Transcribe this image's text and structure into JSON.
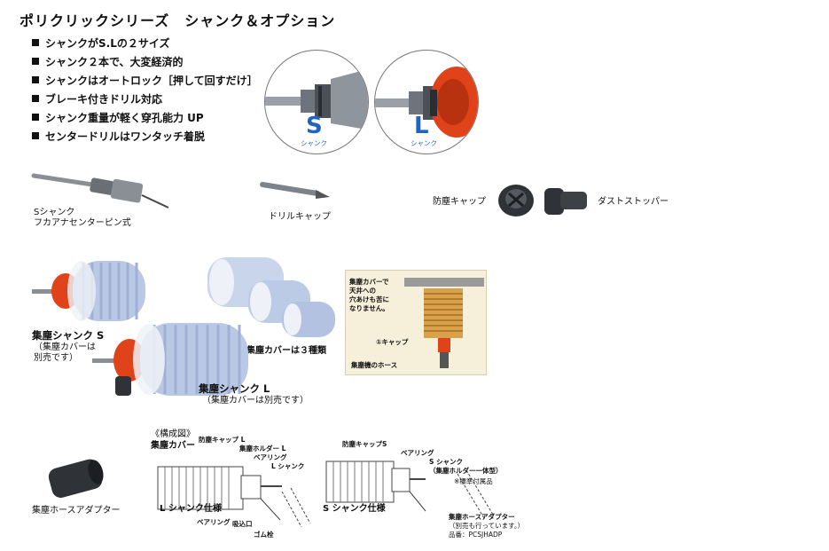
{
  "title": "ポリクリックシリーズ　シャンク＆オプション",
  "features": [
    "シャンクがS.Lの２サイズ",
    "シャンク２本で、大変経済的",
    "シャンクはオートロック［押して回すだけ］",
    "ブレーキ付きドリル対応",
    "シャンク重量が軽く穿孔能力 UP",
    "センタードリルはワンタッチ着脱"
  ],
  "shank_badges": {
    "s_letter": "S",
    "s_caption": "シャンク",
    "l_letter": "L",
    "l_caption": "シャンク"
  },
  "parts": {
    "s_shank_line1": "Sシャンク",
    "s_shank_line2": "フカアナセンターピン式",
    "drill_cap": "ドリルキャップ",
    "dust_cap": "防塵キャップ",
    "dust_stopper": "ダストストッパー"
  },
  "collector": {
    "s_title": "集塵シャンク S",
    "s_note1": "（集塵カバーは",
    "s_note2": "別売です）",
    "covers": "集塵カバーは３種類",
    "l_title": "集塵シャンク L",
    "l_note": "（集塵カバーは別売です）"
  },
  "panel": {
    "line1": "集塵カバーで",
    "line2": "天井への",
    "line3": "穴あけも苦に",
    "line4": "なりません。",
    "cap": "①キャップ",
    "hose": "集塵機のホース"
  },
  "adapter": "集塵ホースアダプター",
  "diagram_l": {
    "heading": "《構成図》",
    "cover": "集塵カバー",
    "dust_cap": "防塵キャップ L",
    "holder": "集塵ホルダー L",
    "bearing_top": "ベアリング",
    "shank": "L シャンク",
    "caption": "L シャンク仕様",
    "bearing_bottom": "ベアリング",
    "port": "吸込口",
    "plug": "ゴム栓"
  },
  "diagram_s": {
    "dust_cap": "防塵キャップS",
    "bearing": "ベアリング",
    "shank": "S シャンク",
    "shank_sub": "（集塵ホルダー一体型）",
    "std": "※標準付属品",
    "caption": "S シャンク仕様",
    "adapter": "集塵ホースアダプター",
    "adapter_note": "（別売も行っています。）",
    "part_no": "品番：PCSJHADP"
  },
  "colors": {
    "accent_red": "#e0431a",
    "badge_blue": "#1f63c4",
    "cover_blue": "#b9c8e4",
    "metal": "#8a8f96"
  }
}
